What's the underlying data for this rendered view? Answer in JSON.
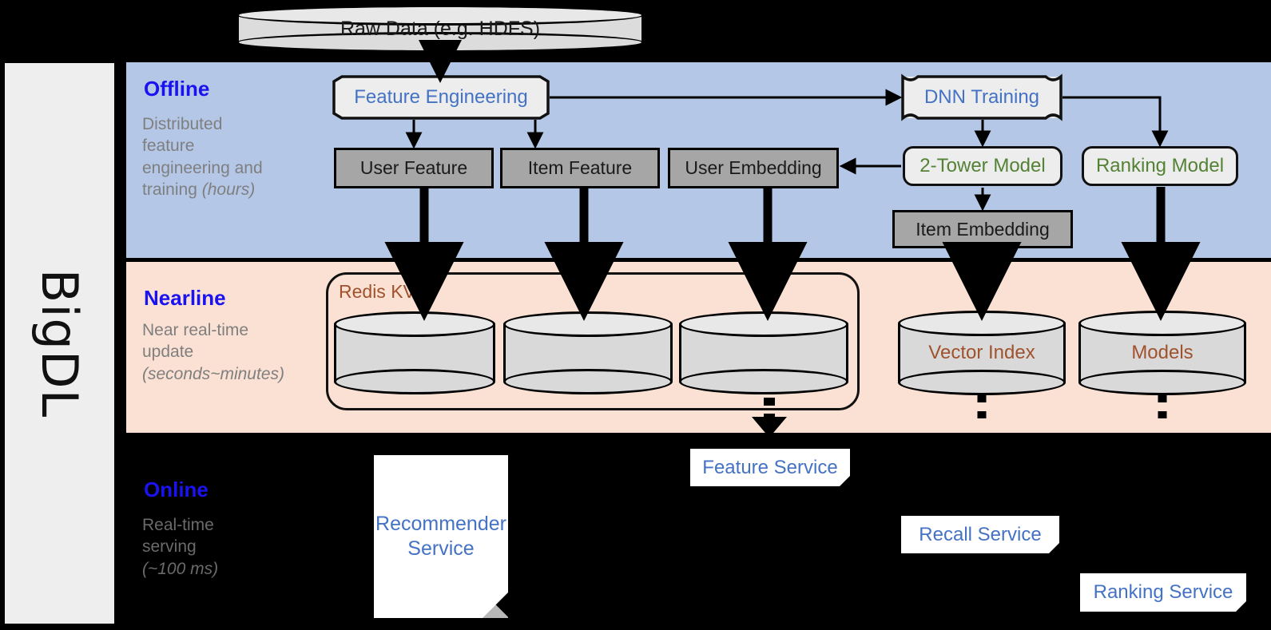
{
  "framework": {
    "name": "BigDL"
  },
  "source": {
    "raw_data_label": "Raw Data (e.g. HDFS)"
  },
  "stages": [
    {
      "id": "offline",
      "title": "Offline",
      "description_line1": "Distributed",
      "description_line2": "feature",
      "description_line3": "engineering and",
      "description_line4": "training",
      "latency": "(hours)",
      "band_color": "#B4C7E7"
    },
    {
      "id": "nearline",
      "title": "Nearline",
      "description_line1": "Near real-time",
      "description_line2": "update",
      "latency": "(seconds~minutes)",
      "band_color": "#FAE1D3"
    },
    {
      "id": "online",
      "title": "Online",
      "description_line1": "Real-time",
      "description_line2": "serving",
      "latency": "(~100 ms)",
      "band_color": "#000000"
    }
  ],
  "offline": {
    "feature_engineering": "Feature Engineering",
    "dnn_training": "DNN Training",
    "user_feature": "User Feature",
    "item_feature": "Item Feature",
    "user_embedding": "User Embedding",
    "two_tower_model": "2-Tower Model",
    "ranking_model": "Ranking Model",
    "item_embedding": "Item Embedding"
  },
  "nearline": {
    "redis_kv": "Redis KV",
    "vector_index": "Vector Index",
    "models": "Models"
  },
  "online": {
    "recommender_service_line1": "Recommender",
    "recommender_service_line2": "Service",
    "feature_service": "Feature Service",
    "recall_service": "Recall Service",
    "ranking_service": "Ranking Service"
  },
  "colors": {
    "offline_band": "#B4C7E7",
    "nearline_band": "#FAE1D3",
    "online_band": "#000000",
    "stage_title": "#1A12F0",
    "stage_desc": "#7F7F7F",
    "process_blue": "#4472C4",
    "model_green": "#548235",
    "store_brown": "#A0522D",
    "gray_node": "#A6A6A6",
    "sidebar": "#EEEEEE"
  }
}
